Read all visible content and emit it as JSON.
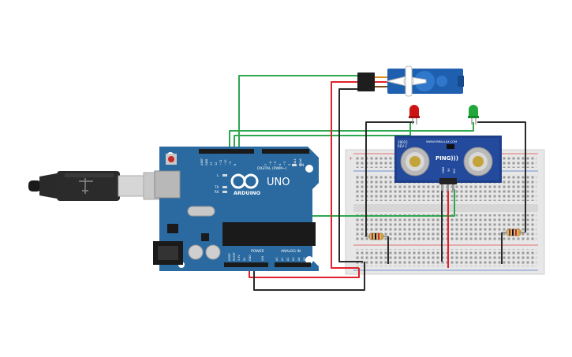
{
  "arduino": {
    "brand": "ARDUINO",
    "model": "UNO",
    "header_digital": "DIGITAL (PWM~)",
    "header_power": "POWER",
    "header_analog": "ANALOG IN",
    "led_l": "L",
    "led_tx": "TX",
    "led_rx": "RX",
    "led_on": "ON",
    "pin_aref": "AREF",
    "pin_gnd": "GND",
    "pin_13": "13",
    "pin_12": "12",
    "pin_11": "~11",
    "pin_10": "~10",
    "pin_9": "~9",
    "pin_8": "8",
    "pin_7": "7",
    "pin_6": "~6",
    "pin_5": "~5",
    "pin_4": "4",
    "pin_3": "~3",
    "pin_2": "2",
    "pin_tx": "TX▸1",
    "pin_rx": "RX◂0",
    "pin_ioref": "IOREF",
    "pin_reset": "RESET",
    "pin_33v": "3.3V",
    "pin_5v": "5V",
    "pin_gnd2": "GND",
    "pin_vin": "VIN",
    "pin_a0": "A0",
    "pin_a1": "A1",
    "pin_a2": "A2",
    "pin_a3": "A3",
    "pin_a4": "A4",
    "pin_a5": "A5"
  },
  "sensor": {
    "model": "28015",
    "rev": "REV C",
    "url": "WWW.PARALLAX.COM",
    "label": "PING)))",
    "pin_gnd": "GND",
    "pin_5v": "5V",
    "pin_sig": "SIG"
  },
  "colors": {
    "board": "#2a6aa0",
    "wire_green": "#2fa84f",
    "wire_red": "#e0202a",
    "wire_black": "#2a2a2a",
    "servo": "#1f5fb0",
    "led_red": "#cc1414",
    "led_green": "#21a83a",
    "breadboard": "#e4e4e4"
  },
  "icons": [
    "usb-cable-icon",
    "infinity-logo-icon",
    "reset-button-icon"
  ]
}
